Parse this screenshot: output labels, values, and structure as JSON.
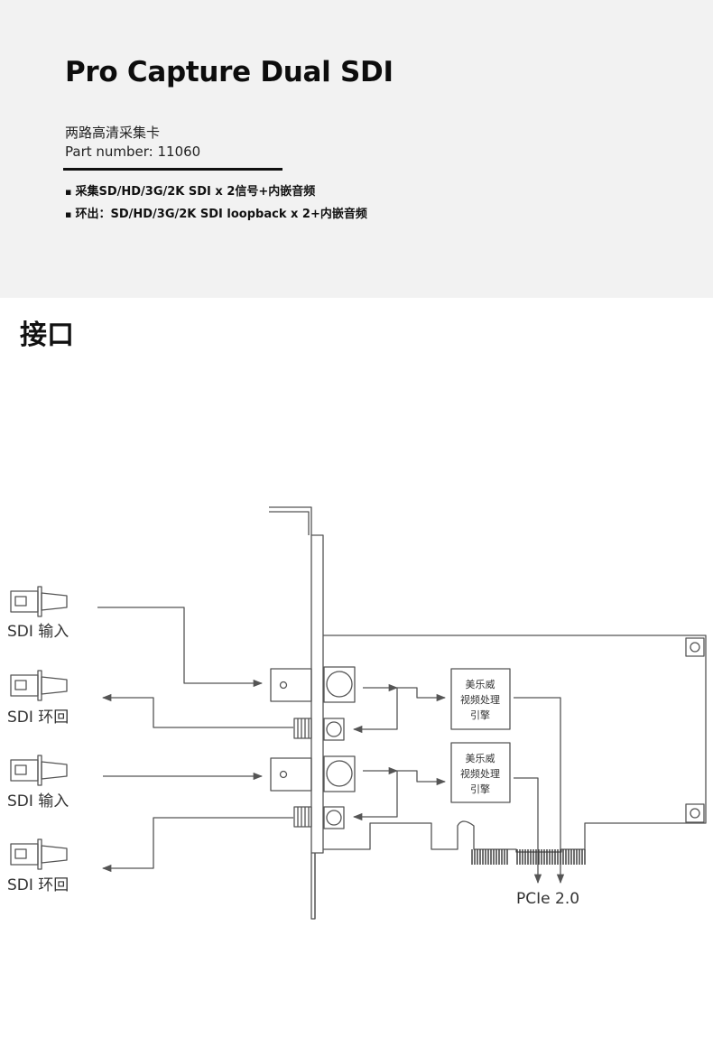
{
  "header": {
    "title": "Pro Capture Dual SDI",
    "subtitle": "两路高清采集卡",
    "part_number": "Part number: 11060",
    "features": [
      "采集SD/HD/3G/2K SDI x 2信号+内嵌音频",
      "环出：SD/HD/3G/2K SDI loopback x 2+内嵌音频"
    ]
  },
  "section": {
    "title": "接口"
  },
  "diagram": {
    "connectors": [
      {
        "label": "SDI 输入"
      },
      {
        "label": "SDI 环回"
      },
      {
        "label": "SDI 输入"
      },
      {
        "label": "SDI 环回"
      }
    ],
    "engine_lines": [
      "美乐威",
      "视频处理",
      "引擎"
    ],
    "bus_label": "PCIe 2.0"
  },
  "colors": {
    "header_bg": "#f2f2f2",
    "line": "#555555",
    "text": "#111111"
  }
}
